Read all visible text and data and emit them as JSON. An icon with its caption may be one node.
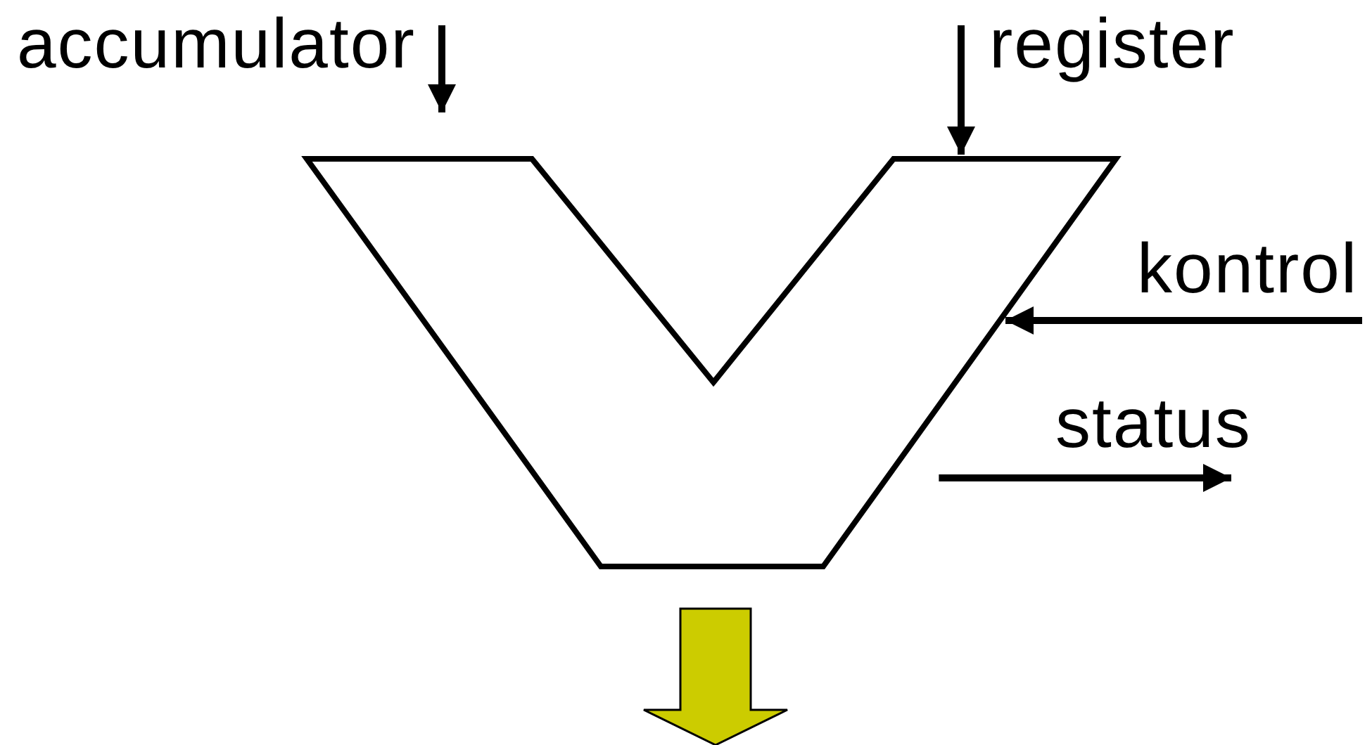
{
  "diagram": {
    "nodes": [
      {
        "text": [],
        "shape": "alu"
      },
      {
        "text": [
          "accumulator"
        ]
      },
      {
        "text": [
          "register"
        ]
      },
      {
        "text": [
          "kontrol"
        ]
      },
      {
        "text": [
          "status"
        ]
      }
    ],
    "edges": [
      {
        "from": 1,
        "to": 0,
        "arrow": "to"
      },
      {
        "from": 2,
        "to": 0,
        "arrow": "to"
      },
      {
        "from": 3,
        "to": 0,
        "arrow": "to"
      },
      {
        "from": 0,
        "to": 4,
        "arrow": "to"
      },
      {
        "from": 0,
        "to": null,
        "arrow": "to",
        "style": "thick",
        "color": "#cccc00"
      }
    ]
  }
}
